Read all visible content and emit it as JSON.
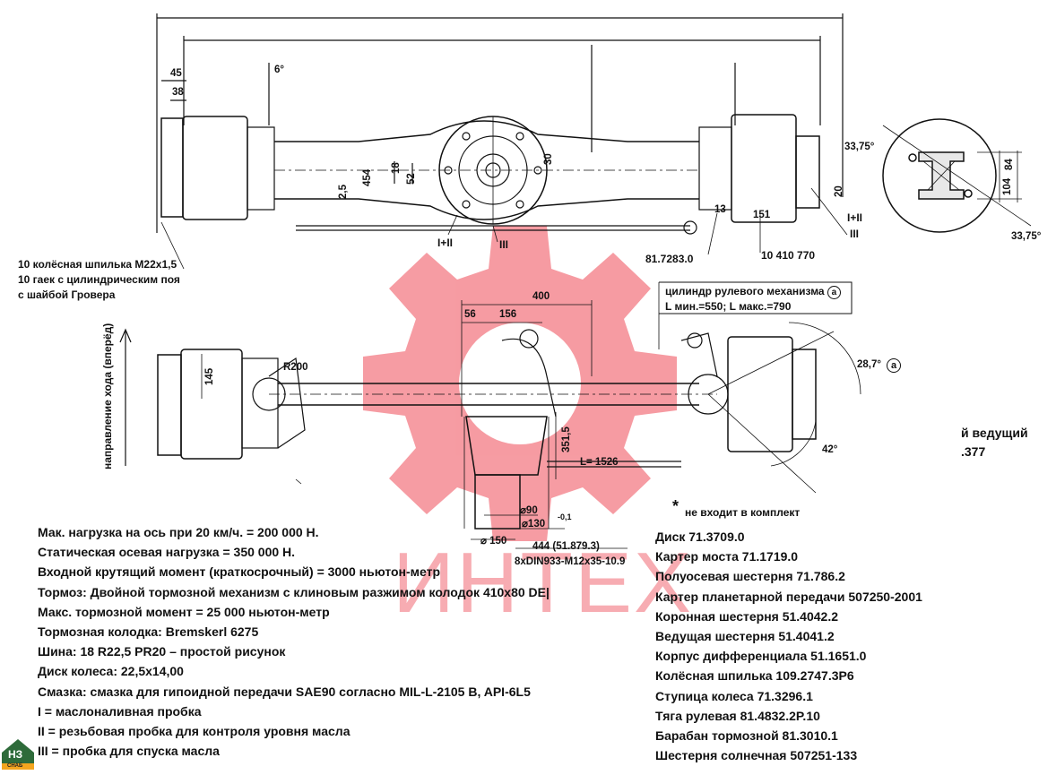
{
  "watermark": {
    "text": "ИНТЕХ",
    "color": "#ef4a57"
  },
  "dims": {
    "d45": "45",
    "d38": "38",
    "d6": "6°",
    "d454": "454",
    "d18": "18",
    "d52": "52",
    "d30": "30",
    "d25": "2,5",
    "d13": "13",
    "d151": "151",
    "d20": "20",
    "d33a": "33,75°",
    "d33b": "33,75°",
    "d84": "84",
    "d104": "104",
    "d400": "400",
    "d56": "56",
    "d156": "156",
    "d145": "145",
    "r200": "R200",
    "d351": "351,5",
    "l1526": "L= 1526",
    "d90": "⌀90",
    "d130": "⌀130",
    "tol": "-0,1",
    "d150": "⌀ 150",
    "d444": "444 (51.879.3)",
    "bolt": "8xDIN933-M12x35-10.9",
    "d287": "28,7°",
    "circ_a": "a",
    "d42": "42°",
    "roman_a": "I+II",
    "roman_b": "III",
    "roman_c": "I+II",
    "roman_d": "III"
  },
  "labels": {
    "stud_1": "10 колёсная шпилька M22x1,5",
    "stud_2": "10 гаек с цилиндрическим поя",
    "stud_3": "с шайбой Гровера",
    "part_a": "81.7283.0",
    "part_b": "10 410 770",
    "cyl_1": "цилиндр рулевого механизма",
    "cyl_2": "L мин.=550; L макс.=790",
    "direction": "направление хода (вперёд)",
    "cut_1": "й ведущий",
    "cut_2": ".377",
    "star": "*",
    "not_incl": "не входит в комплект"
  },
  "specs": [
    "Мак. нагрузка на ось при 20 км/ч. = 200 000 Н.",
    "Статическая осевая нагрузка = 350 000 Н.",
    "Входной крутящий момент (краткосрочный) = 3000 ньютон-метр",
    "Тормоз: Двойной тормозной механизм с клиновым разжимом колодок 410x80 DE|",
    "Макс. тормозной момент = 25 000 ньютон-метр",
    "Тормозная колодка: Bremskerl 6275",
    "Шина: 18 R22,5 PR20 – простой рисунок",
    "Диск колеса: 22,5x14,00",
    "Смазка: смазка для гипоидной передачи SAE90 согласно MIL-L-2105 B, API-6L5",
    "I = маслоналивная пробка",
    "II = резьбовая пробка для контроля уровня масла",
    "III = пробка для спуска масла"
  ],
  "parts": [
    "Диск 71.3709.0",
    "Картер моста 71.1719.0",
    "Полуосевая шестерня 71.786.2",
    "Картер планетарной передачи 507250-2001",
    "Коронная шестерня 51.4042.2",
    "Ведущая шестерня 51.4041.2",
    "Корпус дифференциала 51.1651.0",
    "Колёсная шпилька 109.2747.3P6",
    "Ступица колеса 71.3296.1",
    "Тяга рулевая 81.4832.2P.10",
    "Барабан тормозной 81.3010.1",
    "Шестерня солнечная 507251-133"
  ],
  "logo": {
    "text": "НЗ",
    "sub": "СНАБ"
  }
}
